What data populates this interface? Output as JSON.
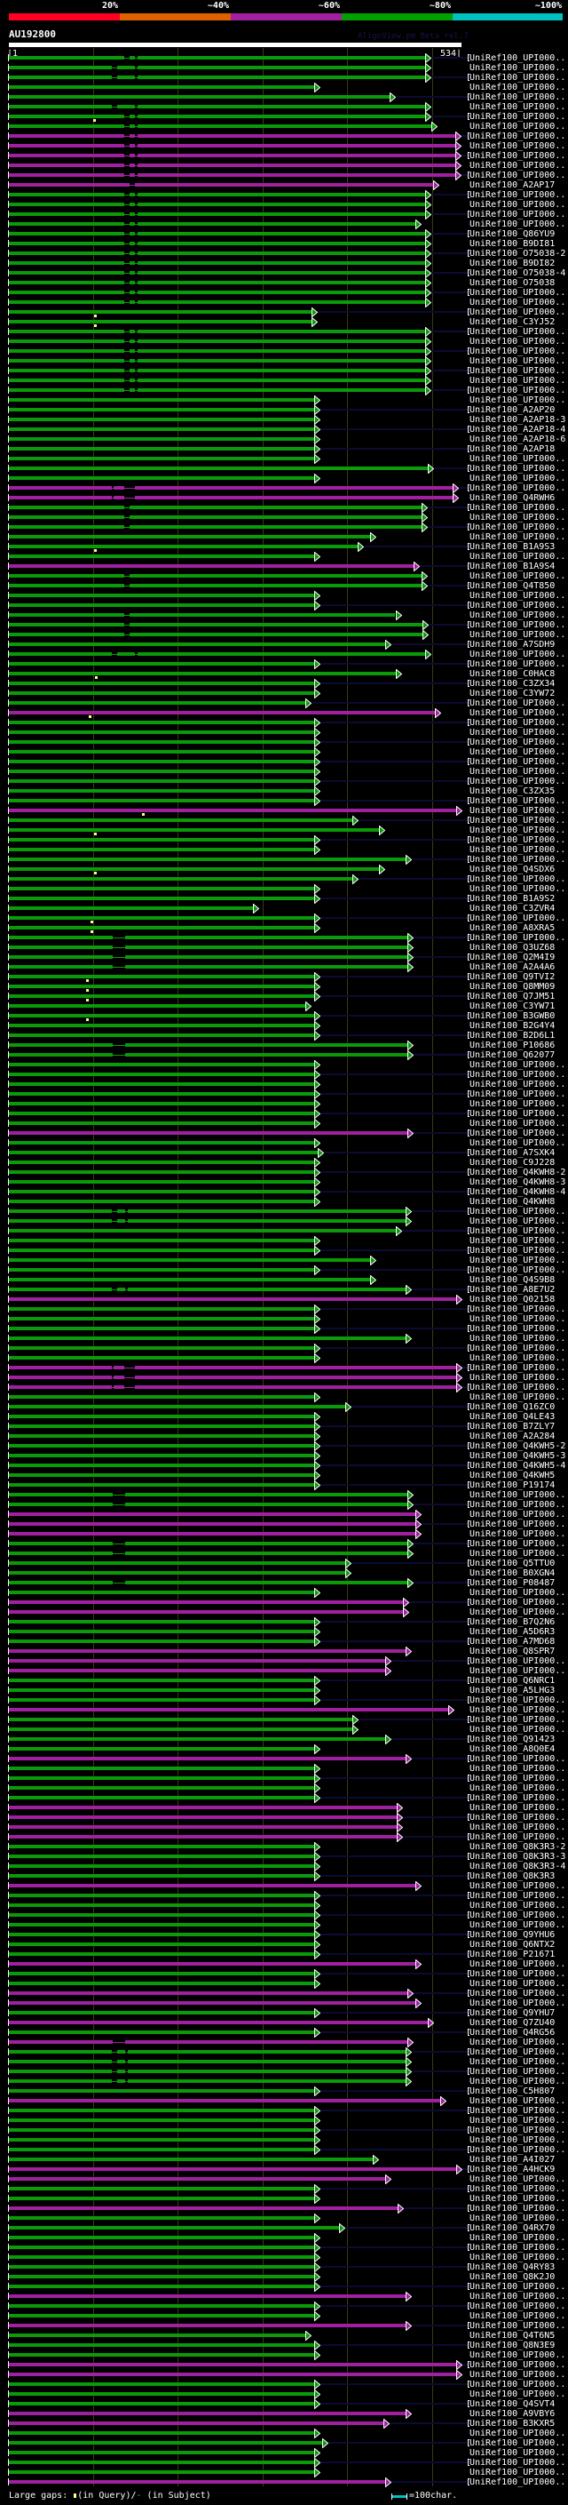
{
  "legend": {
    "percent_labels": [
      "20%",
      "~40%",
      "~60%",
      "~80%",
      "~100%"
    ],
    "colors": [
      "#ff0022",
      "#e06000",
      "#a020a0",
      "#00a000",
      "#00c0c0"
    ]
  },
  "header": {
    "title": "AU192800",
    "watermark": "AlignView.pm Beta rel.7"
  },
  "ruler": {
    "start_label": "|1",
    "end_label": "534|",
    "query_length": 534,
    "grid_every": 100
  },
  "colors": {
    "g": "#0a9a0a",
    "m": "#a020a0",
    "gap_mark": "#ffff80",
    "guide": "#0b0b33"
  },
  "gap_sets": {
    "A": [
      [
        137,
        143
      ],
      [
        150,
        153
      ]
    ],
    "B": [
      [
        122,
        129
      ],
      [
        150,
        153
      ]
    ],
    "C": [
      [
        143,
        150
      ]
    ],
    "D": [
      [
        122,
        125
      ],
      [
        137,
        150
      ]
    ],
    "E": [
      [
        137,
        143
      ]
    ],
    "F": [
      [
        124,
        138
      ]
    ],
    "G": [
      [
        122,
        129
      ],
      [
        138,
        141
      ]
    ]
  },
  "query_gap_marks": {
    "6": 100,
    "26": 102,
    "27": 102,
    "50": 101,
    "63": 103,
    "67": 95,
    "77": 158,
    "79": 101,
    "83": 101,
    "88": 97,
    "89": 97,
    "94": 92,
    "95": 92,
    "96": 92,
    "98": 92
  },
  "rows": [
    [
      "UniRef100_UPI000..",
      "g",
      492,
      "A"
    ],
    [
      "UniRef100_UPI000..",
      "g",
      492,
      "B"
    ],
    [
      "UniRef100_UPI000..",
      "g",
      492,
      "B"
    ],
    [
      "UniRef100_UPI000..",
      "g",
      361
    ],
    [
      "UniRef100_UPI000..",
      "g",
      450
    ],
    [
      "UniRef100_UPI000..",
      "g",
      492,
      "B"
    ],
    [
      "UniRef100_UPI000..",
      "g",
      492,
      "A"
    ],
    [
      "UniRef100_UPI000..",
      "g",
      499,
      "A"
    ],
    [
      "UniRef100_UPI000..",
      "m",
      528,
      "A"
    ],
    [
      "UniRef100_UPI000..",
      "m",
      528,
      "A"
    ],
    [
      "UniRef100_UPI000..",
      "m",
      528,
      "A"
    ],
    [
      "UniRef100_UPI000..",
      "m",
      528,
      "A"
    ],
    [
      "UniRef100_UPI000..",
      "m",
      528,
      "A"
    ],
    [
      "UniRef100_A2AP17",
      "m",
      502,
      "C"
    ],
    [
      "UniRef100_UPI000..",
      "g",
      492,
      "A"
    ],
    [
      "UniRef100_UPI000..",
      "g",
      492,
      "A"
    ],
    [
      "UniRef100_UPI000..",
      "g",
      492,
      "A"
    ],
    [
      "UniRef100_UPI000..",
      "g",
      481,
      "A"
    ],
    [
      "UniRef100_Q86YU9",
      "g",
      492,
      "A"
    ],
    [
      "UniRef100_B9DI81",
      "g",
      492,
      "A"
    ],
    [
      "UniRef100_O75038-2",
      "g",
      492,
      "A"
    ],
    [
      "UniRef100_B9DI82",
      "g",
      492,
      "A"
    ],
    [
      "UniRef100_O75038-4",
      "g",
      492,
      "A"
    ],
    [
      "UniRef100_O75038",
      "g",
      492,
      "A"
    ],
    [
      "UniRef100_UPI000..",
      "g",
      492,
      "A"
    ],
    [
      "UniRef100_UPI000..",
      "g",
      492,
      "A"
    ],
    [
      "UniRef100_UPI000..",
      "g",
      358
    ],
    [
      "UniRef100_C3YJ52",
      "g",
      358
    ],
    [
      "UniRef100_UPI000..",
      "g",
      492,
      "A"
    ],
    [
      "UniRef100_UPI000..",
      "g",
      492,
      "A"
    ],
    [
      "UniRef100_UPI000..",
      "g",
      492,
      "A"
    ],
    [
      "UniRef100_UPI000..",
      "g",
      492,
      "A"
    ],
    [
      "UniRef100_UPI000..",
      "g",
      492,
      "A"
    ],
    [
      "UniRef100_UPI000..",
      "g",
      492,
      "A"
    ],
    [
      "UniRef100_UPI000..",
      "g",
      492,
      "A"
    ],
    [
      "UniRef100_UPI000..",
      "g",
      361
    ],
    [
      "UniRef100_A2AP20",
      "g",
      361
    ],
    [
      "UniRef100_A2AP18-3",
      "g",
      361
    ],
    [
      "UniRef100_A2AP18-4",
      "g",
      361
    ],
    [
      "UniRef100_A2AP18-6",
      "g",
      361
    ],
    [
      "UniRef100_A2AP18",
      "g",
      361
    ],
    [
      "UniRef100_UPI000..",
      "g",
      361
    ],
    [
      "UniRef100_UPI000..",
      "g",
      495
    ],
    [
      "UniRef100_UPI000..",
      "g",
      361
    ],
    [
      "UniRef100_UPI000..",
      "m",
      525,
      "D"
    ],
    [
      "UniRef100_Q4RWH6",
      "m",
      525,
      "D"
    ],
    [
      "UniRef100_UPI000..",
      "g",
      488,
      "E"
    ],
    [
      "UniRef100_UPI000..",
      "g",
      488,
      "E"
    ],
    [
      "UniRef100_UPI000..",
      "g",
      488,
      "E"
    ],
    [
      "UniRef100_UPI000..",
      "g",
      427
    ],
    [
      "UniRef100_B1A9S3",
      "g",
      412
    ],
    [
      "UniRef100_UPI000..",
      "g",
      361
    ],
    [
      "UniRef100_B1A9S4",
      "m",
      478
    ],
    [
      "UniRef100_UPI000..",
      "g",
      488,
      "E"
    ],
    [
      "UniRef100_Q4T850",
      "g",
      488,
      "E"
    ],
    [
      "UniRef100_UPI000..",
      "g",
      361
    ],
    [
      "UniRef100_UPI000..",
      "g",
      361
    ],
    [
      "UniRef100_UPI000..",
      "g",
      457,
      "E"
    ],
    [
      "UniRef100_UPI000..",
      "g",
      489,
      "E"
    ],
    [
      "UniRef100_UPI000..",
      "g",
      489,
      "E"
    ],
    [
      "UniRef100_A7SDH9",
      "g",
      445
    ],
    [
      "UniRef100_UPI000..",
      "g",
      492,
      "B"
    ],
    [
      "UniRef100_UPI000..",
      "g",
      361
    ],
    [
      "UniRef100_C0HAC8",
      "g",
      457
    ],
    [
      "UniRef100_C3ZX34",
      "g",
      361
    ],
    [
      "UniRef100_C3YW72",
      "g",
      361
    ],
    [
      "UniRef100_UPI000..",
      "g",
      351
    ],
    [
      "UniRef100_UPI000..",
      "m",
      504
    ],
    [
      "UniRef100_UPI000..",
      "g",
      361
    ],
    [
      "UniRef100_UPI000..",
      "g",
      361
    ],
    [
      "UniRef100_UPI000..",
      "g",
      361
    ],
    [
      "UniRef100_UPI000..",
      "g",
      361
    ],
    [
      "UniRef100_UPI000..",
      "g",
      361
    ],
    [
      "UniRef100_UPI000..",
      "g",
      361
    ],
    [
      "UniRef100_UPI000..",
      "g",
      361
    ],
    [
      "UniRef100_C3ZX35",
      "g",
      361
    ],
    [
      "UniRef100_UPI000..",
      "g",
      361
    ],
    [
      "UniRef100_UPI000..",
      "m",
      529
    ],
    [
      "UniRef100_UPI000..",
      "g",
      406
    ],
    [
      "UniRef100_UPI000..",
      "g",
      438
    ],
    [
      "UniRef100_UPI000..",
      "g",
      361
    ],
    [
      "UniRef100_UPI000..",
      "g",
      361
    ],
    [
      "UniRef100_UPI000..",
      "g",
      469
    ],
    [
      "UniRef100_Q4SDX6",
      "g",
      438
    ],
    [
      "UniRef100_UPI000..",
      "g",
      406
    ],
    [
      "UniRef100_UPI000..",
      "g",
      361
    ],
    [
      "UniRef100_B1A9S2",
      "g",
      361
    ],
    [
      "UniRef100_C3ZVR4",
      "g",
      289
    ],
    [
      "UniRef100_UPI000..",
      "g",
      361
    ],
    [
      "UniRef100_A8XRA5",
      "g",
      361
    ],
    [
      "UniRef100_UPI000..",
      "g",
      471,
      "F"
    ],
    [
      "UniRef100_Q3UZ68",
      "g",
      471,
      "F"
    ],
    [
      "UniRef100_Q2M4I9",
      "g",
      471,
      "F"
    ],
    [
      "UniRef100_A2A4A6",
      "g",
      471,
      "F"
    ],
    [
      "UniRef100_Q9TVI2",
      "g",
      361
    ],
    [
      "UniRef100_Q8MM09",
      "g",
      361
    ],
    [
      "UniRef100_Q7JM51",
      "g",
      361
    ],
    [
      "UniRef100_C3YW71",
      "g",
      351
    ],
    [
      "UniRef100_B3GWB0",
      "g",
      361
    ],
    [
      "UniRef100_B2G4Y4",
      "g",
      361
    ],
    [
      "UniRef100_B2D6L1",
      "g",
      361
    ],
    [
      "UniRef100_P10686",
      "g",
      471,
      "F"
    ],
    [
      "UniRef100_Q62077",
      "g",
      471,
      "F"
    ],
    [
      "UniRef100_UPI000..",
      "g",
      361
    ],
    [
      "UniRef100_UPI000..",
      "g",
      361
    ],
    [
      "UniRef100_UPI000..",
      "g",
      361
    ],
    [
      "UniRef100_UPI000..",
      "g",
      361
    ],
    [
      "UniRef100_UPI000..",
      "g",
      361
    ],
    [
      "UniRef100_UPI000..",
      "g",
      361
    ],
    [
      "UniRef100_UPI000..",
      "g",
      361
    ],
    [
      "UniRef100_UPI000..",
      "m",
      471
    ],
    [
      "UniRef100_UPI000..",
      "g",
      361
    ],
    [
      "UniRef100_A7SXK4",
      "g",
      365
    ],
    [
      "UniRef100_C9J228",
      "g",
      361
    ],
    [
      "UniRef100_Q4KWH8-2",
      "g",
      361
    ],
    [
      "UniRef100_Q4KWH8-3",
      "g",
      361
    ],
    [
      "UniRef100_Q4KWH8-4",
      "g",
      361
    ],
    [
      "UniRef100_Q4KWH8",
      "g",
      361
    ],
    [
      "UniRef100_UPI000..",
      "g",
      469,
      "G"
    ],
    [
      "UniRef100_UPI000..",
      "g",
      469,
      "G"
    ],
    [
      "UniRef100_UPI000..",
      "g",
      457
    ],
    [
      "UniRef100_UPI000..",
      "g",
      361
    ],
    [
      "UniRef100_UPI000..",
      "g",
      361
    ],
    [
      "UniRef100_UPI000..",
      "g",
      427
    ],
    [
      "UniRef100_UPI000..",
      "g",
      361
    ],
    [
      "UniRef100_Q4S9B8",
      "g",
      427
    ],
    [
      "UniRef100_A8E7U2",
      "g",
      469,
      "G"
    ],
    [
      "UniRef100_Q02158",
      "m",
      529
    ],
    [
      "UniRef100_UPI000..",
      "g",
      361
    ],
    [
      "UniRef100_UPI000..",
      "g",
      361
    ],
    [
      "UniRef100_UPI000..",
      "g",
      361
    ],
    [
      "UniRef100_UPI000..",
      "g",
      469
    ],
    [
      "UniRef100_UPI000..",
      "g",
      361
    ],
    [
      "UniRef100_UPI000..",
      "g",
      361
    ],
    [
      "UniRef100_UPI000..",
      "m",
      529,
      "D"
    ],
    [
      "UniRef100_UPI000..",
      "m",
      529,
      "D"
    ],
    [
      "UniRef100_UPI000..",
      "m",
      529,
      "D"
    ],
    [
      "UniRef100_UPI000..",
      "g",
      361
    ],
    [
      "UniRef100_Q16ZC0",
      "g",
      398
    ],
    [
      "UniRef100_Q4LE43",
      "g",
      361
    ],
    [
      "UniRef100_B7ZLY7",
      "g",
      361
    ],
    [
      "UniRef100_A2A284",
      "g",
      361
    ],
    [
      "UniRef100_Q4KWH5-2",
      "g",
      361
    ],
    [
      "UniRef100_Q4KWH5-3",
      "g",
      361
    ],
    [
      "UniRef100_Q4KWH5-4",
      "g",
      361
    ],
    [
      "UniRef100_Q4KWH5",
      "g",
      361
    ],
    [
      "UniRef100_P19174",
      "g",
      361
    ],
    [
      "UniRef100_UPI000..",
      "g",
      471,
      "F"
    ],
    [
      "UniRef100_UPI000..",
      "g",
      471,
      "F"
    ],
    [
      "UniRef100_UPI000..",
      "m",
      481
    ],
    [
      "UniRef100_UPI000..",
      "m",
      481
    ],
    [
      "UniRef100_UPI000..",
      "m",
      481
    ],
    [
      "UniRef100_UPI000..",
      "g",
      471,
      "F"
    ],
    [
      "UniRef100_UPI000..",
      "g",
      471,
      "F"
    ],
    [
      "UniRef100_Q5TTU0",
      "g",
      398
    ],
    [
      "UniRef100_B0XGN4",
      "g",
      398
    ],
    [
      "UniRef100_P08487",
      "g",
      471,
      "F"
    ],
    [
      "UniRef100_UPI000..",
      "g",
      361
    ],
    [
      "UniRef100_UPI000..",
      "m",
      466
    ],
    [
      "UniRef100_UPI000..",
      "m",
      466
    ],
    [
      "UniRef100_B7Q2N6",
      "g",
      361
    ],
    [
      "UniRef100_A5D6R3",
      "g",
      361
    ],
    [
      "UniRef100_A7MD68",
      "g",
      361
    ],
    [
      "UniRef100_Q8SPR7",
      "m",
      469
    ],
    [
      "UniRef100_UPI000..",
      "m",
      445
    ],
    [
      "UniRef100_UPI000..",
      "m",
      445
    ],
    [
      "UniRef100_Q6NRC1",
      "g",
      361
    ],
    [
      "UniRef100_A5LHG3",
      "g",
      361
    ],
    [
      "UniRef100_UPI000..",
      "g",
      361
    ],
    [
      "UniRef100_UPI000..",
      "m",
      519
    ],
    [
      "UniRef100_UPI000..",
      "g",
      406
    ],
    [
      "UniRef100_UPI000..",
      "g",
      406
    ],
    [
      "UniRef100_Q91423",
      "g",
      445
    ],
    [
      "UniRef100_A8Q0E4",
      "g",
      361
    ],
    [
      "UniRef100_UPI000..",
      "m",
      469
    ],
    [
      "UniRef100_UPI000..",
      "g",
      361
    ],
    [
      "UniRef100_UPI000..",
      "g",
      361
    ],
    [
      "UniRef100_UPI000..",
      "g",
      361
    ],
    [
      "UniRef100_UPI000..",
      "g",
      361
    ],
    [
      "UniRef100_UPI000..",
      "m",
      459
    ],
    [
      "UniRef100_UPI000..",
      "m",
      459
    ],
    [
      "UniRef100_UPI000..",
      "m",
      459
    ],
    [
      "UniRef100_UPI000..",
      "m",
      459
    ],
    [
      "UniRef100_Q8K3R3-2",
      "g",
      361
    ],
    [
      "UniRef100_Q8K3R3-3",
      "g",
      361
    ],
    [
      "UniRef100_Q8K3R3-4",
      "g",
      361
    ],
    [
      "UniRef100_Q8K3R3",
      "g",
      361
    ],
    [
      "UniRef100_UPI000..",
      "m",
      481
    ],
    [
      "UniRef100_UPI000..",
      "g",
      361
    ],
    [
      "UniRef100_UPI000..",
      "g",
      361
    ],
    [
      "UniRef100_UPI000..",
      "g",
      361
    ],
    [
      "UniRef100_UPI000..",
      "g",
      361
    ],
    [
      "UniRef100_Q9YHU6",
      "g",
      361
    ],
    [
      "UniRef100_Q6NTX2",
      "g",
      361
    ],
    [
      "UniRef100_P21671",
      "g",
      361
    ],
    [
      "UniRef100_UPI000..",
      "m",
      481
    ],
    [
      "UniRef100_UPI000..",
      "g",
      361
    ],
    [
      "UniRef100_UPI000..",
      "g",
      361
    ],
    [
      "UniRef100_UPI000..",
      "m",
      471
    ],
    [
      "UniRef100_UPI000..",
      "m",
      481
    ],
    [
      "UniRef100_Q9YHU7",
      "g",
      361
    ],
    [
      "UniRef100_Q7ZU40",
      "m",
      495
    ],
    [
      "UniRef100_Q4RG56",
      "g",
      361
    ],
    [
      "UniRef100_UPI000..",
      "m",
      471,
      "F"
    ],
    [
      "UniRef100_UPI000..",
      "g",
      469,
      "G"
    ],
    [
      "UniRef100_UPI000..",
      "g",
      469,
      "G"
    ],
    [
      "UniRef100_UPI000..",
      "g",
      469,
      "G"
    ],
    [
      "UniRef100_UPI000..",
      "g",
      469,
      "G"
    ],
    [
      "UniRef100_C5H807",
      "g",
      361
    ],
    [
      "UniRef100_UPI000..",
      "m",
      510
    ],
    [
      "UniRef100_UPI000..",
      "g",
      361
    ],
    [
      "UniRef100_UPI000..",
      "g",
      361
    ],
    [
      "UniRef100_UPI000..",
      "g",
      361
    ],
    [
      "UniRef100_UPI000..",
      "g",
      361
    ],
    [
      "UniRef100_UPI000..",
      "g",
      361
    ],
    [
      "UniRef100_A4I027",
      "g",
      430
    ],
    [
      "UniRef100_A4HCK9",
      "m",
      529
    ],
    [
      "UniRef100_UPI000..",
      "m",
      445
    ],
    [
      "UniRef100_UPI000..",
      "g",
      361
    ],
    [
      "UniRef100_UPI000..",
      "g",
      361
    ],
    [
      "UniRef100_UPI000..",
      "m",
      460
    ],
    [
      "UniRef100_UPI000..",
      "g",
      361
    ],
    [
      "UniRef100_Q4RX70",
      "g",
      390
    ],
    [
      "UniRef100_UPI000..",
      "g",
      361
    ],
    [
      "UniRef100_UPI000..",
      "g",
      361
    ],
    [
      "UniRef100_UPI000..",
      "g",
      361
    ],
    [
      "UniRef100_Q4RY83",
      "g",
      361
    ],
    [
      "UniRef100_Q8K2J0",
      "g",
      361
    ],
    [
      "UniRef100_UPI000..",
      "g",
      361
    ],
    [
      "UniRef100_UPI000..",
      "m",
      469
    ],
    [
      "UniRef100_UPI000..",
      "g",
      361
    ],
    [
      "UniRef100_UPI000..",
      "g",
      361
    ],
    [
      "UniRef100_UPI000..",
      "m",
      469
    ],
    [
      "UniRef100_Q4T6N5",
      "g",
      351
    ],
    [
      "UniRef100_Q8N3E9",
      "g",
      361
    ],
    [
      "UniRef100_UPI000..",
      "g",
      361
    ],
    [
      "UniRef100_UPI000..",
      "m",
      529
    ],
    [
      "UniRef100_UPI000..",
      "m",
      529
    ],
    [
      "UniRef100_UPI000..",
      "g",
      361
    ],
    [
      "UniRef100_UPI000..",
      "g",
      361
    ],
    [
      "UniRef100_Q4SVT4",
      "g",
      361
    ],
    [
      "UniRef100_A9VBY6",
      "m",
      469
    ],
    [
      "UniRef100_B3KXR5",
      "m",
      443
    ],
    [
      "UniRef100_UPI000..",
      "g",
      361
    ],
    [
      "UniRef100_UPI000..",
      "g",
      371
    ],
    [
      "UniRef100_UPI000..",
      "g",
      361
    ],
    [
      "UniRef100_UPI000..",
      "g",
      361
    ],
    [
      "UniRef100_UPI000..",
      "g",
      361
    ],
    [
      "UniRef100_UPI000..",
      "m",
      445
    ]
  ],
  "footer": {
    "gaps_label": "Large gaps:",
    "query_label": "(in Query)/",
    "subject_dash": "-",
    "subject_label": " (in Subject)",
    "scale_label": "=100char.",
    "scale_color": "#00c0c0"
  }
}
